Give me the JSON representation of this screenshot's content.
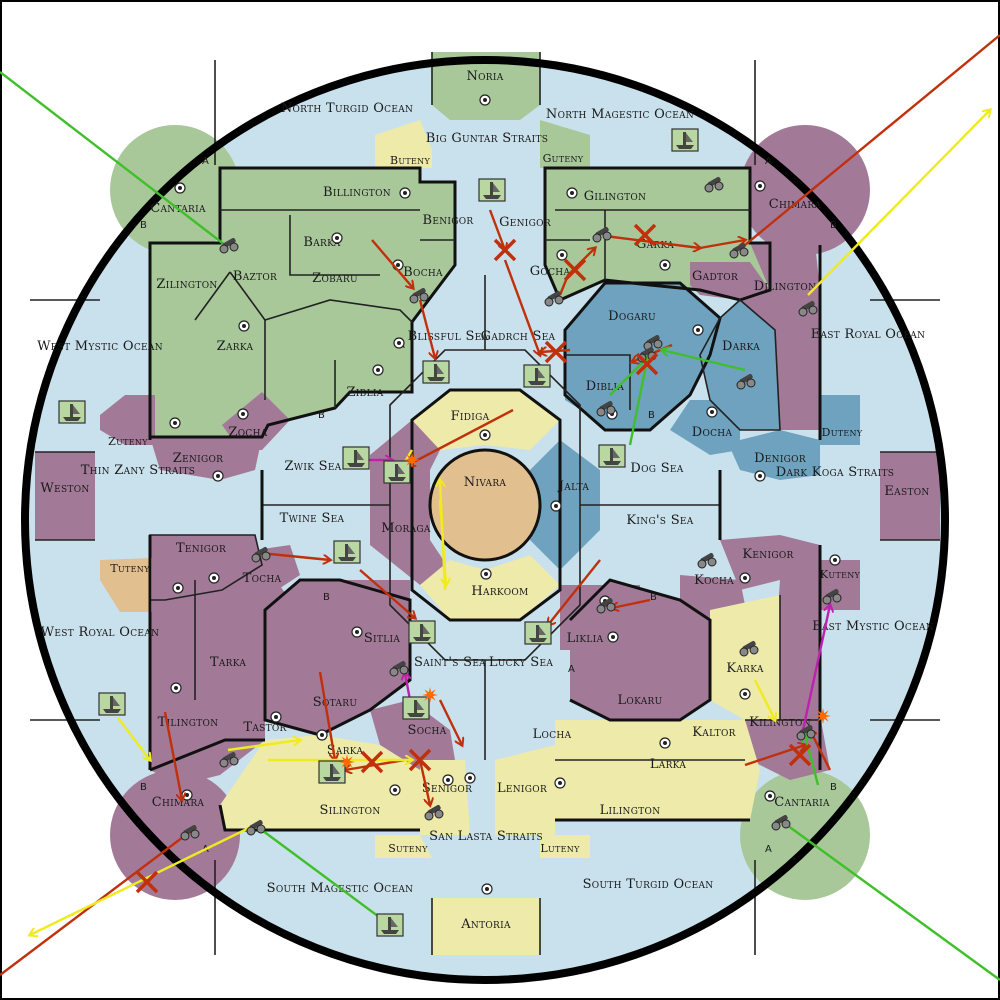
{
  "colors": {
    "sea": "#c9e1ec",
    "green": "#a8c89a",
    "purple": "#a27a98",
    "blue": "#6ea2be",
    "yellow": "#eeeaaa",
    "tan": "#e2bf8e",
    "red_move": "#c0300a",
    "yellow_move": "#f0ea20",
    "green_move": "#3fbf2a",
    "magenta_move": "#c020b0",
    "conflict": "#ff6a00"
  },
  "territories": {
    "noria": "Noria",
    "north_turgid_ocean": "North Turgid Ocean",
    "north_magestic_ocean": "North Magestic Ocean",
    "big_guntar_straits": "Big Guntar Straits",
    "buteny_n": "Buteny",
    "guteny_n": "Guteny",
    "cantaria_nw": "Cantaria",
    "billington": "Billington",
    "gilington": "Gilington",
    "chimara_ne": "Chimara",
    "benigor": "Benigor",
    "genigor": "Genigor",
    "barka_nw": "Barka",
    "garka": "Garka",
    "baztor": "Baztor",
    "bocha": "Bocha",
    "gocha": "Gocha",
    "gadtor": "Gadtor",
    "zilington": "Zilington",
    "zobaru": "Zobaru",
    "dilington": "Dilington",
    "blissful_sea": "Blissful Sea",
    "gadrch_sea": "Gadrch Sea",
    "dogaru": "Dogaru",
    "west_mystic_ocean": "West Mystic Ocean",
    "zarka": "Zarka",
    "darka": "Darka",
    "east_royal_ocean": "East Royal Ocean",
    "ziblia": "Ziblia",
    "diblia": "Diblia",
    "fidiga": "Fidiga",
    "zuteny": "Zuteny",
    "zocha": "Zocha",
    "docha": "Docha",
    "duteny": "Duteny",
    "zenigor": "Zenigor",
    "zwik_sea": "Zwik Sea",
    "nivara": "Nivara",
    "jalta": "Jalta",
    "dog_sea": "Dog Sea",
    "denigor": "Denigor",
    "weston": "Weston",
    "thin_zany_straits": "Thin Zany Straits",
    "dark_koga_straits": "Dark Koga Straits",
    "easton": "Easton",
    "moraga": "Moraga",
    "twine_sea": "Twine Sea",
    "kings_sea": "King's Sea",
    "tenigor": "Tenigor",
    "kenigor": "Kenigor",
    "tuteny": "Tuteny",
    "tocha": "Tocha",
    "harkoom": "Harkoom",
    "kocha": "Kocha",
    "kuteny": "Kuteny",
    "east_mystic_ocean": "East Mystic Ocean",
    "west_royal_ocean": "West Royal Ocean",
    "tarka": "Tarka",
    "sitlia": "Sitlia",
    "liklia": "Liklia",
    "saints_sea": "Saint's Sea",
    "lucky_sea": "Lucky Sea",
    "karka": "Karka",
    "lokaru": "Lokaru",
    "sotaru": "Sotaru",
    "tiltington": "Tilington",
    "tastor": "Tastor",
    "kilington": "Kilington",
    "kaltor": "Kaltor",
    "socha": "Socha",
    "locha": "Locha",
    "sarka": "Sarka",
    "larka": "Larka",
    "chimara_sw": "Chimara",
    "cantaria_se": "Cantaria",
    "senigor": "Senigor",
    "lenigor": "Lenigor",
    "silington": "Silington",
    "lilington": "Lilington",
    "suteny": "Suteny",
    "luteny": "Luteny",
    "san_lasta_straits": "San Lasta Straits",
    "south_magestic_ocean": "South Magestic Ocean",
    "south_turgid_ocean": "South Turgid Ocean",
    "antoria": "Antoria"
  },
  "coast_tags": {
    "a": "A",
    "b": "B"
  },
  "icons": {
    "army": "cannon-unit-icon",
    "fleet": "ship-unit-icon",
    "supply_center": "supply-center-dot-icon",
    "conflict": "battle-burst-icon",
    "failed_order": "red-x-icon"
  }
}
